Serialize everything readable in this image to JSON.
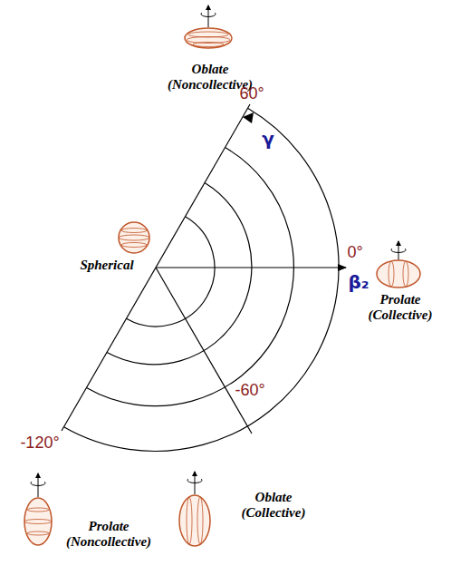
{
  "diagram": {
    "labels": [
      "Oblate (Noncollective)",
      "60°",
      "γ",
      "0°",
      "β₂",
      "Prolate (Collective)",
      "Spherical",
      "-120°",
      "-60°",
      "Prolate (Noncollective)",
      "Oblate (Collective)"
    ]
  }
}
